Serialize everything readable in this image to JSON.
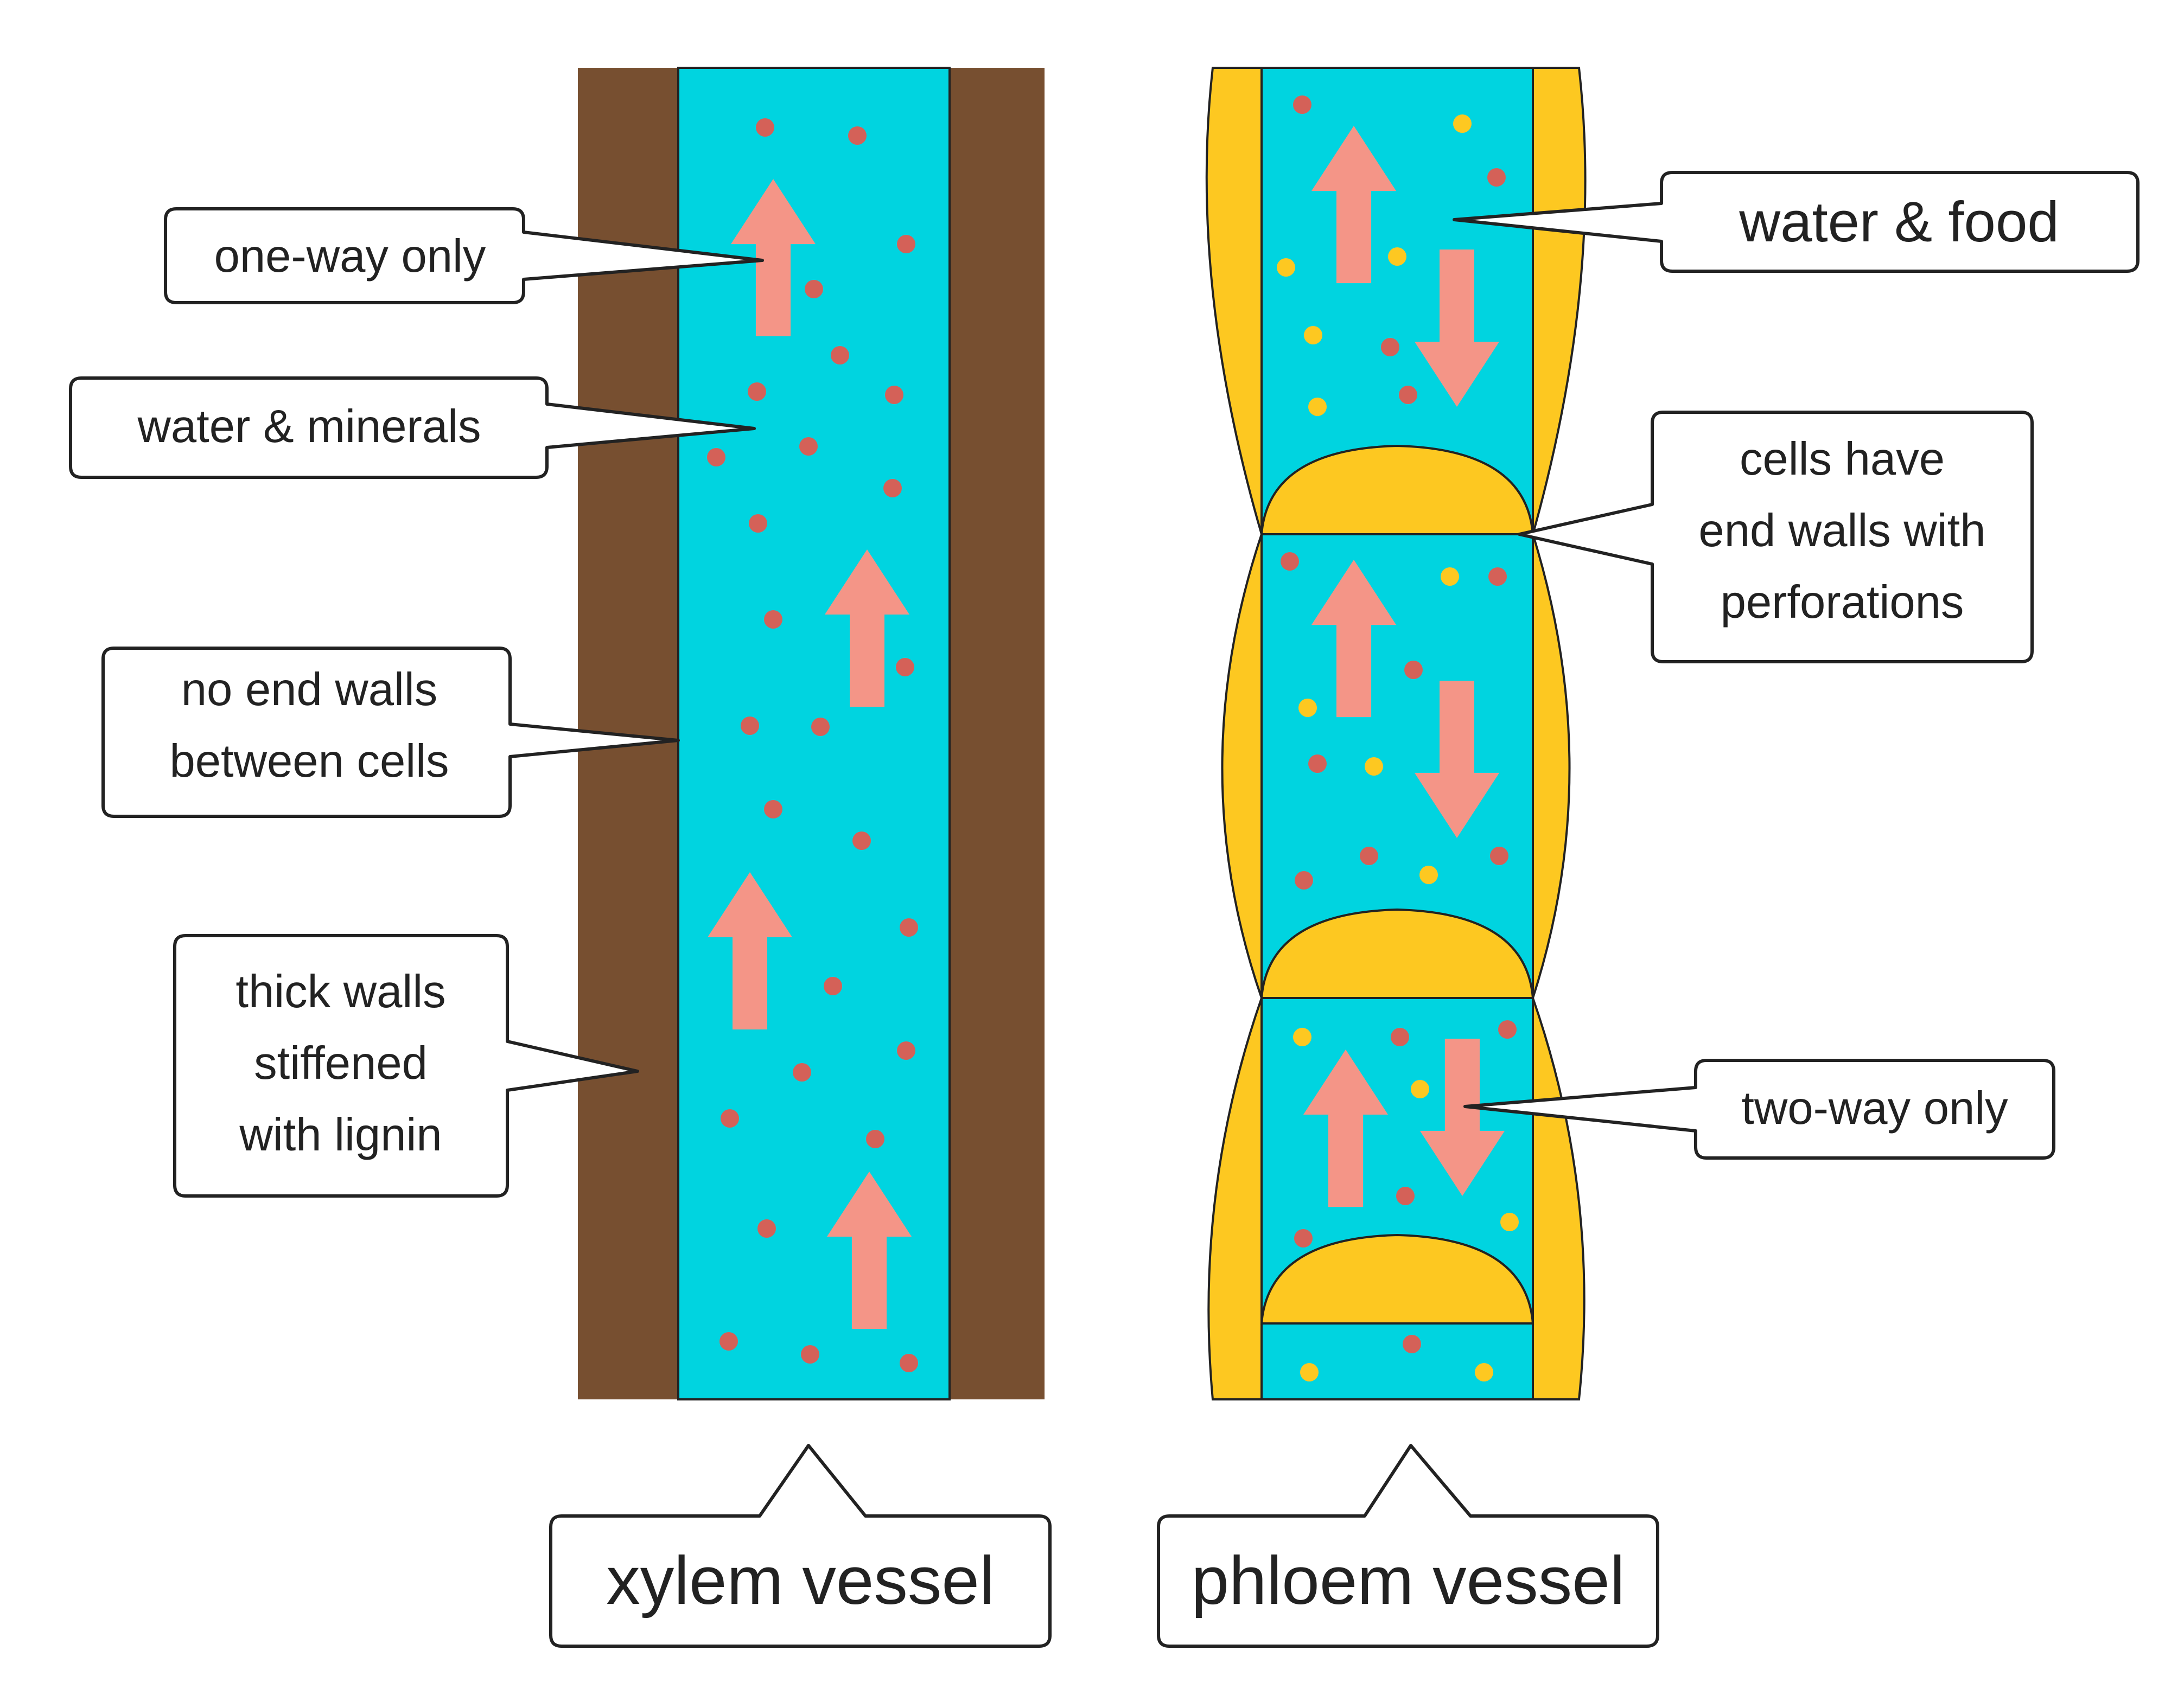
{
  "colors": {
    "xylem_wall": "#774f30",
    "lumen": "#00d4e0",
    "phloem_wall": "#fdc821",
    "arrow": "#f49587",
    "mineral_dot": "#d46158",
    "food_dot": "#fdc821",
    "callout_border": "#222222"
  },
  "xylem": {
    "title": "xylem vessel",
    "callouts": {
      "one_way": [
        "one-way only"
      ],
      "contents": [
        "water & minerals"
      ],
      "no_end_walls": [
        "no end walls",
        "between cells"
      ],
      "thick_walls": [
        "thick walls",
        "stiffened",
        "with lignin"
      ]
    },
    "flow_direction": "up",
    "arrow_icon": "up-arrow-icon"
  },
  "phloem": {
    "title": "phloem vessel",
    "callouts": {
      "contents": [
        "water & food"
      ],
      "end_walls": [
        "cells have",
        "end walls with",
        "perforations"
      ],
      "two_way": [
        "two-way only"
      ]
    },
    "flow_direction": "both",
    "arrow_icons": [
      "up-arrow-icon",
      "down-arrow-icon"
    ]
  }
}
